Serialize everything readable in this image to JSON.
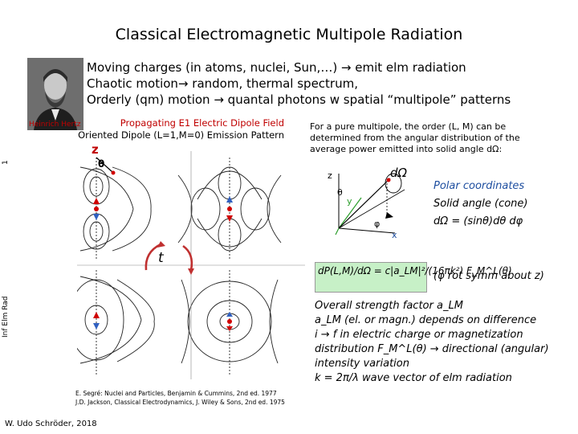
{
  "title": "Classical Electromagnetic Multipole Radiation",
  "portrait_caption": "Heinrich Hertz",
  "intro_lines": [
    "Moving charges (in atoms, nuclei, Sun,…) → emit elm radiation",
    "Chaotic motion→ random, thermal spectrum,",
    "Orderly (qm) motion → quantal photons w spatial “multipole” patterns"
  ],
  "figure_title_line1": "Propagating E1 Electric Dipole Field",
  "figure_title_line2": "Oriented Dipole (L=1,M=0) Emission Pattern",
  "pure_multipole_text": "For a pure multipole, the order (L, M) can be determined from the angular distribution of the average power emitted into solid angle dΩ:",
  "side_label_1": "1",
  "side_label_2": "Inf Elm Rad",
  "z_label": "z",
  "theta_label": "θ",
  "t_label": "t",
  "polar": {
    "z": "z",
    "y": "y",
    "x": "x",
    "phi": "φ",
    "theta": "θ",
    "d_omega": "dΩ",
    "title": "Polar coordinates",
    "solid_angle": "Solid angle (cone)",
    "formula": "dΩ = (sinθ)dθ dφ"
  },
  "power_formula": "dP(L,M)/dΩ = c|a_LM|²/(16πk²) F_M^L(θ)",
  "phi_note": "(φ rot symm about z)",
  "desc_lines": [
    "Overall strength factor a_LM",
    "a_LM (el. or magn.) depends on difference",
    "i → f in electric charge or magnetization",
    "distribution F_M^L(θ) → directional (angular)",
    "intensity variation",
    "k = 2π/λ  wave vector of elm radiation"
  ],
  "references": [
    "E. Segré: Nuclei and Particles, Benjamin & Cummins, 2nd ed. 1977",
    "J.D. Jackson, Classical Electrodynamics, J. Wiley & Sons, 2nd ed. 1975"
  ],
  "footer": "W. Udo Schröder, 2018",
  "colors": {
    "accent_red": "#c00000",
    "formula_green": "#c7f0c7",
    "dipole_blue": "#3060c0",
    "polar_blue": "#1f4fa0"
  }
}
